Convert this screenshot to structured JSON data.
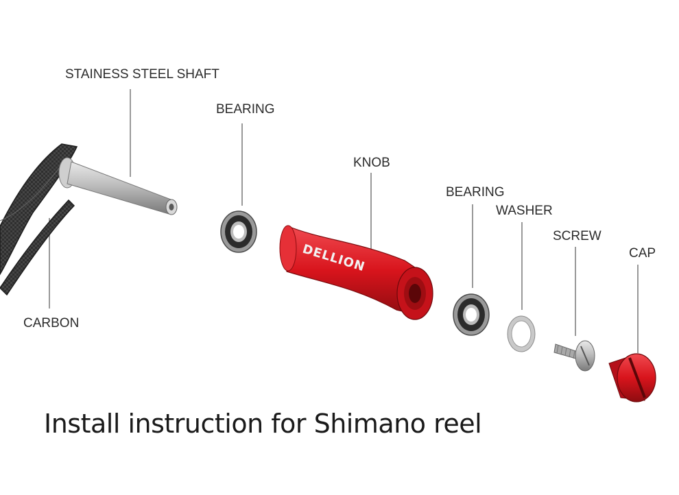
{
  "labels": {
    "shaft": "STAINESS STEEL SHAFT",
    "bearing_left": "BEARING",
    "knob": "KNOB",
    "bearing_right": "BEARING",
    "washer": "WASHER",
    "screw": "SCREW",
    "cap": "CAP",
    "carbon": "CARBON"
  },
  "knob_brand": "DELLION",
  "caption": "Install instruction for Shimano reel",
  "colors": {
    "knob_red": "#d8141c",
    "carbon": "#2b2b2b",
    "steel": "#b8b8b8"
  }
}
